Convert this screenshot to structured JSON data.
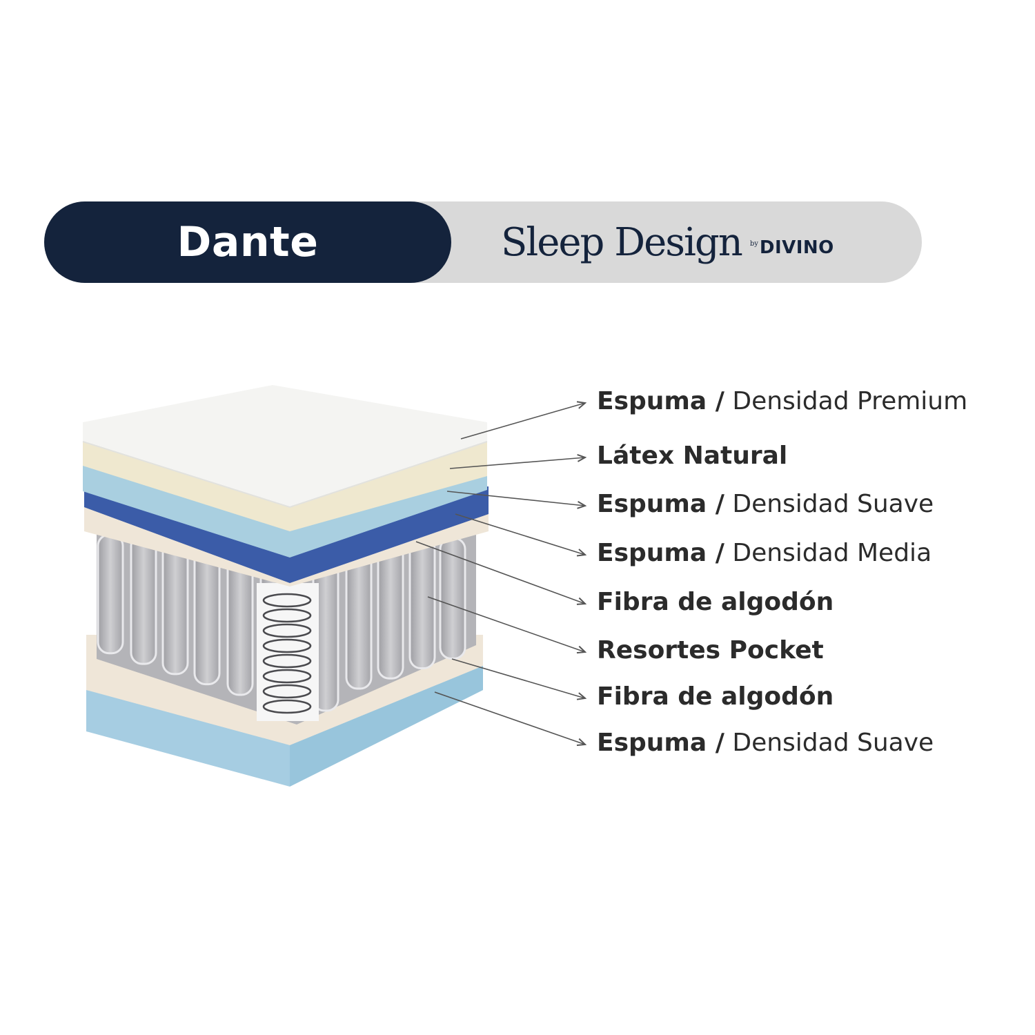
{
  "header": {
    "model_name": "Dante",
    "brand_name": "Sleep Design",
    "brand_by": "by",
    "brand_maker": "DIVINO"
  },
  "colors": {
    "navy": "#14233c",
    "pill_gray": "#d9d9d9",
    "top_foam": "#f4f4f2",
    "latex": "#efe8cf",
    "soft_foam": "#a9cfe0",
    "medium_foam": "#3b5ca8",
    "cotton_fiber": "#efe6d8",
    "pocket_springs": "#bcbcbf",
    "base_foam": "#a6cde2"
  },
  "layers": [
    {
      "bold": "Espuma /",
      "regular": " Densidad Premium"
    },
    {
      "bold": "Látex Natural",
      "regular": ""
    },
    {
      "bold": "Espuma /",
      "regular": " Densidad Suave"
    },
    {
      "bold": "Espuma /",
      "regular": " Densidad Media"
    },
    {
      "bold": "Fibra de algodón",
      "regular": ""
    },
    {
      "bold": "Resortes Pocket",
      "regular": ""
    },
    {
      "bold": "Fibra de algodón",
      "regular": ""
    },
    {
      "bold": "Espuma /",
      "regular": " Densidad Suave"
    }
  ]
}
